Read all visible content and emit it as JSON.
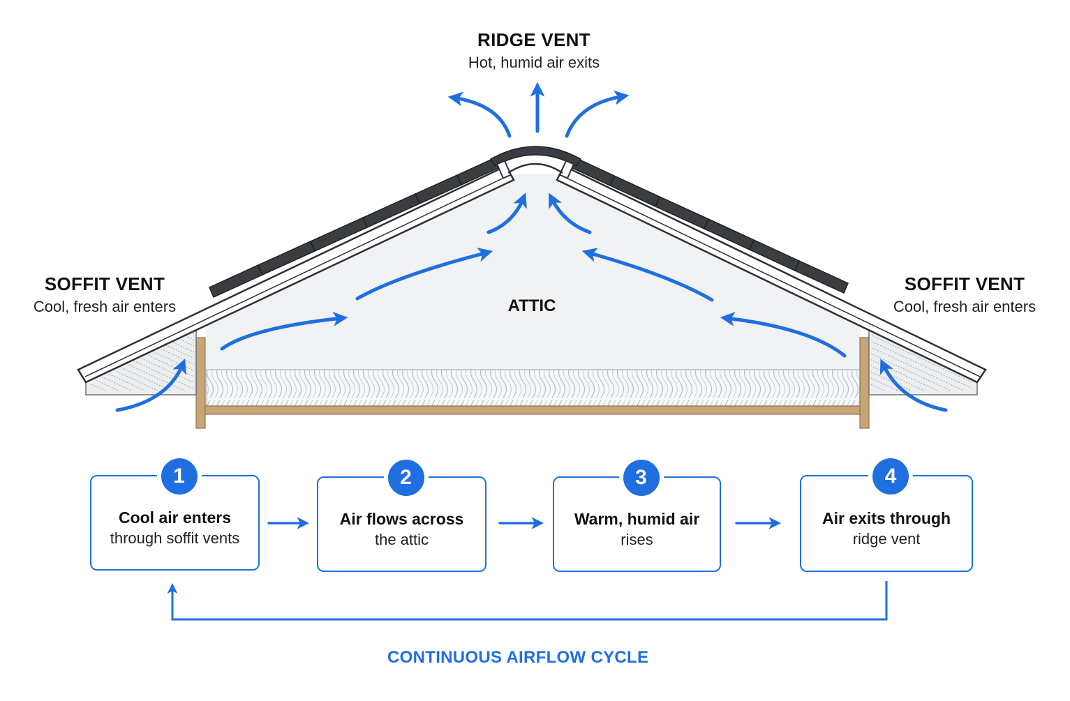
{
  "ridge_vent": {
    "title": "RIDGE VENT",
    "subtitle": "Hot, humid air exits"
  },
  "soffit_left": {
    "title": "SOFFIT VENT",
    "subtitle": "Cool, fresh air enters"
  },
  "soffit_right": {
    "title": "SOFFIT VENT",
    "subtitle": "Cool, fresh air enters"
  },
  "attic": {
    "label": "ATTIC"
  },
  "steps": [
    {
      "number": "1",
      "title": "Cool air enters",
      "text": "through soffit vents"
    },
    {
      "number": "2",
      "title": "Air flows across",
      "text": "the attic"
    },
    {
      "number": "3",
      "title": "Warm, humid air",
      "text": "rises"
    },
    {
      "number": "4",
      "title": "Air exits through",
      "text": "ridge vent"
    }
  ],
  "cycle": {
    "label": "CONTINUOUS AIRFLOW CYCLE"
  },
  "colors": {
    "accent": "#1f6fe0",
    "shingle": "#3a3d42",
    "wood": "#c8a574",
    "attic_fill": "#f1f2f4"
  },
  "icons": [
    "arrow-right-icon",
    "airflow-arrow-icon"
  ]
}
